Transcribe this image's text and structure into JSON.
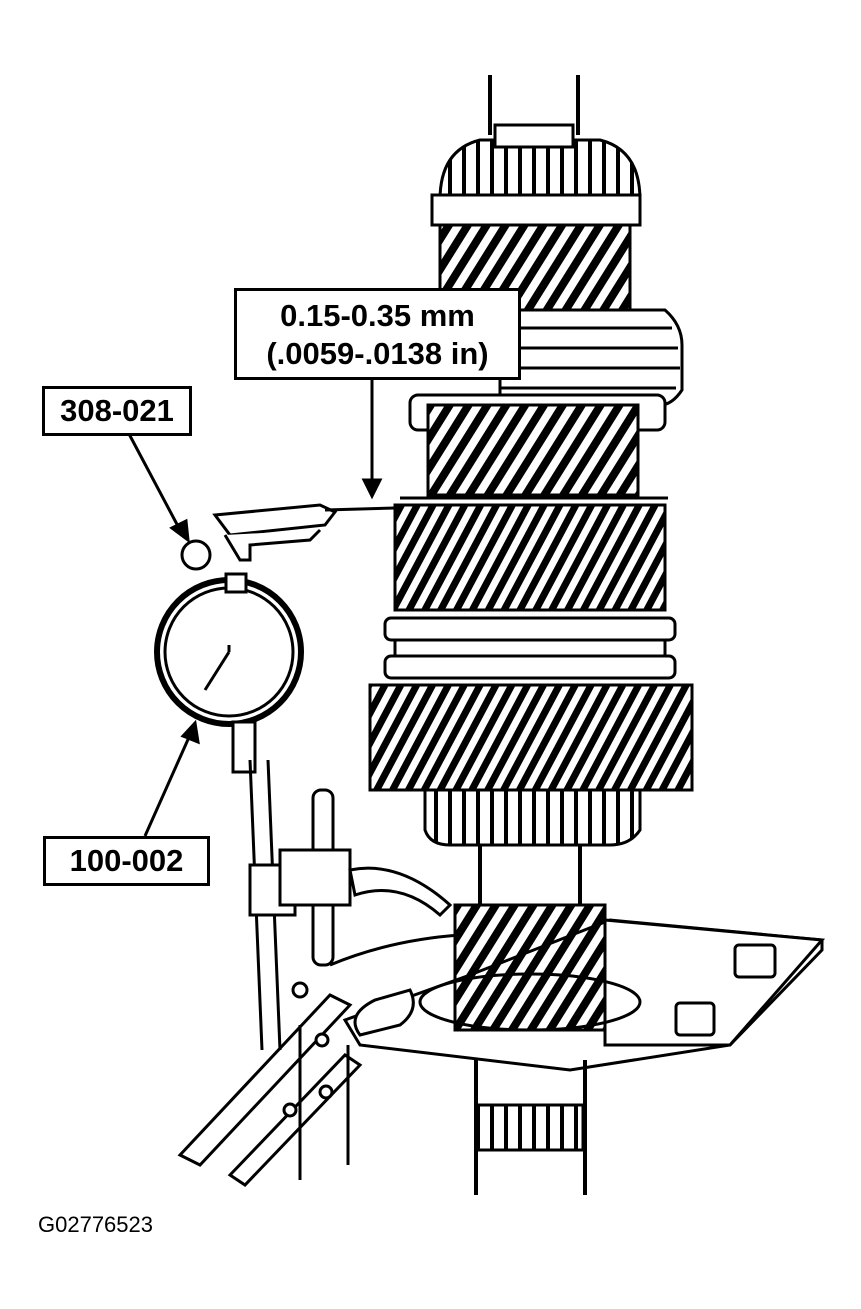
{
  "callouts": {
    "clearance_line1": "0.15-0.35 mm",
    "clearance_line2": "(.0059-.0138 in)",
    "tool_308": "308-021",
    "tool_100": "100-002"
  },
  "figure_id": "G02776523",
  "colors": {
    "ink": "#000000",
    "paper": "#ffffff"
  }
}
